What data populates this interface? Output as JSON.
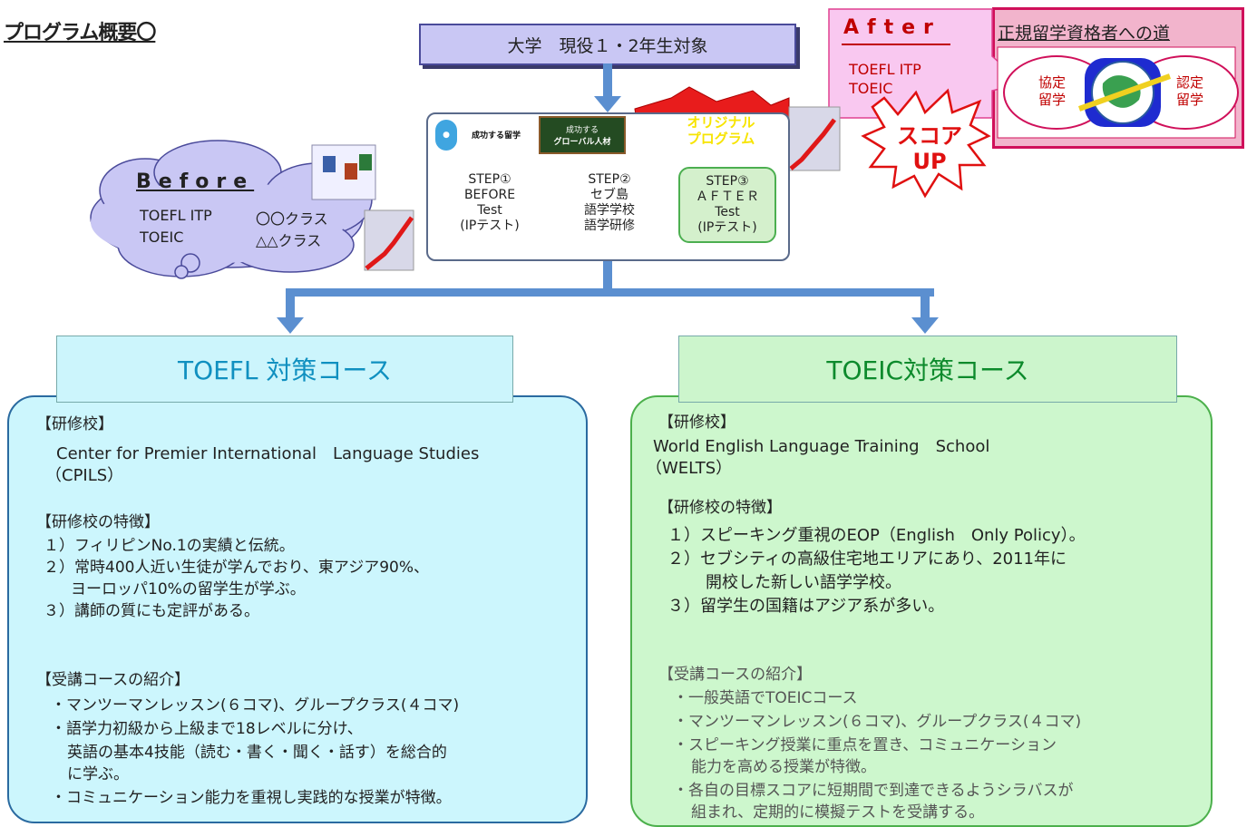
{
  "page_title": "プログラム概要〇",
  "audience": "大学　現役１・2年生対象",
  "logos": {
    "logo1": "成功する留学",
    "logo2_line1": "成功する",
    "logo2_line2": "グローバル人材",
    "original_line1": "オリジナル",
    "original_line2": "プログラム"
  },
  "steps": [
    {
      "lines": [
        "STEP①",
        "BEFORE",
        "Test",
        "(IPテスト)"
      ]
    },
    {
      "lines": [
        "STEP②",
        "セブ島",
        "語学学校",
        "語学研修"
      ]
    },
    {
      "lines": [
        "STEP③",
        "ＡＦＴＥＲ",
        "Test",
        "(IPテスト)"
      ]
    }
  ],
  "before": {
    "title": "Before",
    "rows": [
      {
        "test": "TOEFL ITP",
        "level": "〇〇クラス"
      },
      {
        "test": "TOEIC",
        "level": "△△クラス"
      }
    ]
  },
  "after": {
    "title": "After",
    "line1": "TOEFL ITP",
    "line2": "TOEIC",
    "burst_line1": "スコア",
    "burst_line2": "UP"
  },
  "goal": {
    "title": "正規留学資格者への道",
    "left_line1": "協定",
    "left_line2": "留学",
    "right_line1": "認定",
    "right_line2": "留学"
  },
  "toefl": {
    "heading": "TOEFL 対策コース",
    "school_label": "【研修校】",
    "school_name": "Center for Premier International　Language Studies",
    "school_abbr": "（CPILS）",
    "features_label": "【研修校の特徴】",
    "features": [
      "１）フィリピンNo.1の実績と伝統。",
      "２）常時400人近い生徒が学んでおり、東アジア90%、",
      "ヨーロッパ10%の留学生が学ぶ。",
      "３）講師の質にも定評がある。"
    ],
    "courses_label": "【受講コースの紹介】",
    "courses": [
      "・マンツーマンレッスン(６コマ)、グループクラス(４コマ)",
      "・語学力初級から上級まで18レベルに分け、",
      "英語の基本4技能（読む・書く・聞く・話す）を総合的",
      "に学ぶ。",
      "・コミュニケーション能力を重視し実践的な授業が特徴。"
    ]
  },
  "toeic": {
    "heading": "TOEIC対策コース",
    "school_label": "【研修校】",
    "school_name": "World English Language Training　School",
    "school_abbr": "（WELTS）",
    "features_label": "【研修校の特徴】",
    "features": [
      "１）スピーキング重視のEOP（English　Only Policy）。",
      "２）セブシティの高級住宅地エリアにあり、2011年に",
      "開校した新しい語学学校。",
      "３）留学生の国籍はアジア系が多い。"
    ],
    "courses_label": "【受講コースの紹介】",
    "courses": [
      "・一般英語でTOEICコース",
      "・マンツーマンレッスン(６コマ)、グループクラス(４コマ)",
      "・スピーキング授業に重点を置き、コミュニケーション",
      "能力を高める授業が特徴。",
      "・各自の目標スコアに短期間で到達できるようシラバスが",
      "組まれ、定期的に模擬テストを受講する。"
    ]
  },
  "colors": {
    "toefl_heading": "#1090c0",
    "toeic_heading": "#0d8a2c",
    "after_title": "#c00000",
    "arrow_blue": "#5b8fd0"
  }
}
